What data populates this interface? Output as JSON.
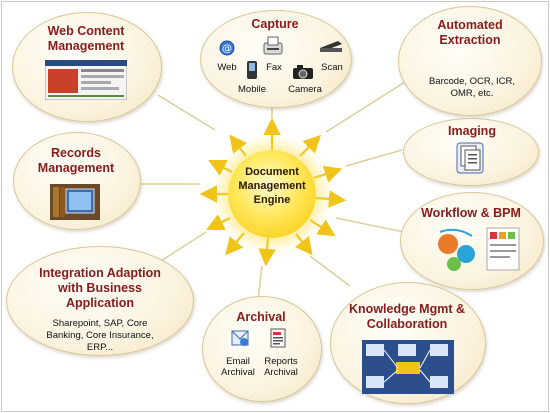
{
  "center": {
    "label": "Document Management Engine"
  },
  "nodes": {
    "web_content": {
      "title": "Web Content Management"
    },
    "capture": {
      "title": "Capture",
      "items": [
        "Web",
        "Fax",
        "Scan",
        "Mobile",
        "Camera"
      ]
    },
    "automated_extraction": {
      "title": "Automated Extraction",
      "detail": "Barcode, OCR, ICR, OMR, etc."
    },
    "imaging": {
      "title": "Imaging"
    },
    "records": {
      "title": "Records Management"
    },
    "workflow": {
      "title": "Workflow & BPM"
    },
    "integration": {
      "title": "Integration Adaption with Business Application",
      "detail": "Sharepoint, SAP, Core Banking, Core Insurance, ERP..."
    },
    "archival": {
      "title": "Archival",
      "items": [
        "Email Archival",
        "Reports Archival"
      ]
    },
    "knowledge": {
      "title": "Knowledge Mgmt & Collaboration"
    }
  },
  "colors": {
    "title": "#8b1a1a",
    "arrow": "#f0c419",
    "sun": "#ffd21a",
    "oval_border": "#d8c79a"
  },
  "icons": [
    "web-icon",
    "fax-icon",
    "scanner-icon",
    "mobile-icon",
    "camera-icon",
    "document-stack-icon",
    "email-archival-icon",
    "reports-archival-icon"
  ]
}
